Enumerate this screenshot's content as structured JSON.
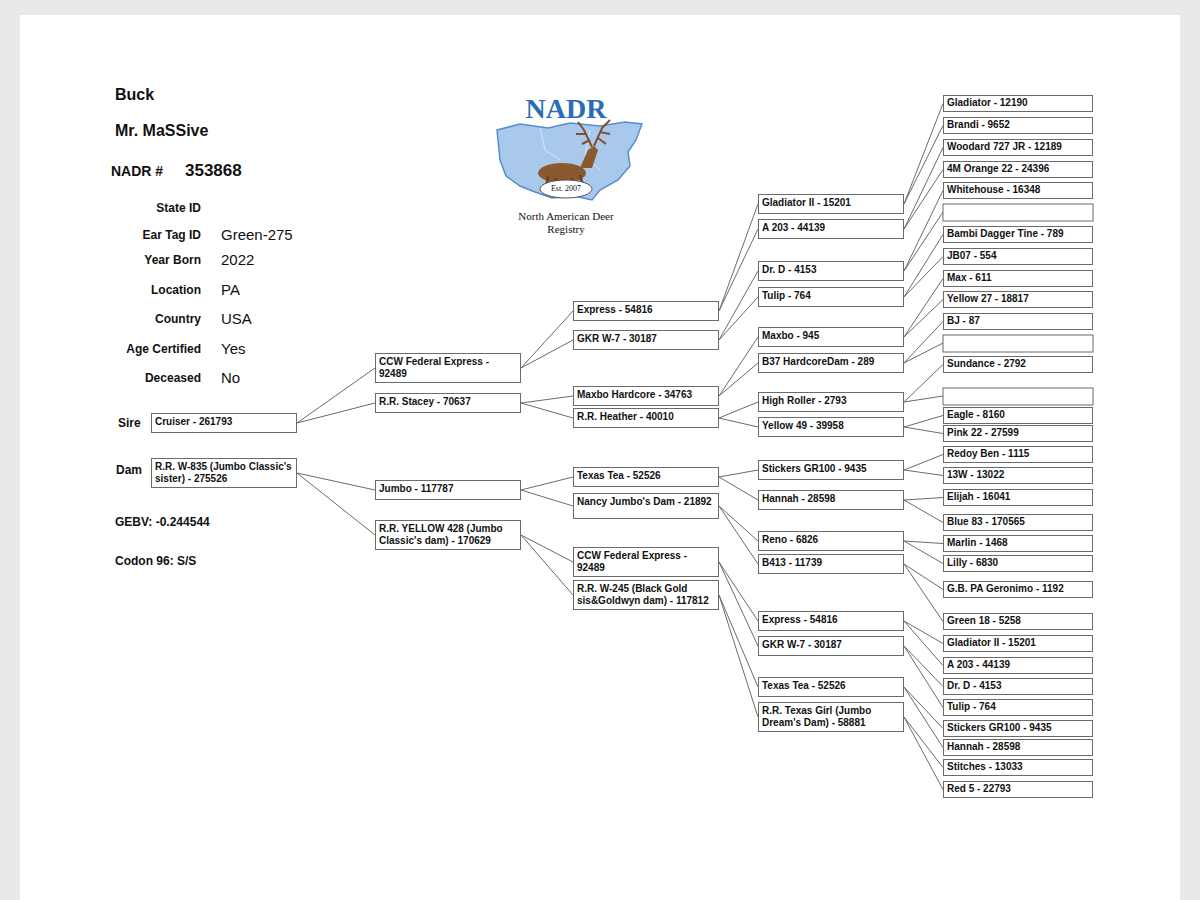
{
  "diagram": {
    "nodes": [
      {
        "text": [
          "Cruiser - 261793"
        ]
      },
      {
        "text": [
          "R.R. W-835 (Jumbo Classic's sister) - 275526"
        ]
      },
      {
        "text": [
          "CCW Federal Express - 92489"
        ]
      },
      {
        "text": [
          "R.R. Stacey - 70637"
        ]
      },
      {
        "text": [
          "Jumbo - 117787"
        ]
      },
      {
        "text": [
          "R.R. YELLOW 428 (Jumbo Classic's dam) - 170629"
        ]
      },
      {
        "text": [
          "Express - 54816"
        ]
      },
      {
        "text": [
          "GKR W-7 - 30187"
        ]
      },
      {
        "text": [
          "Maxbo Hardcore - 34763"
        ]
      },
      {
        "text": [
          "R.R. Heather - 40010"
        ]
      },
      {
        "text": [
          "Texas Tea - 52526"
        ]
      },
      {
        "text": [
          "Nancy Jumbo's Dam - 21892"
        ]
      },
      {
        "text": [
          "CCW Federal Express - 92489"
        ]
      },
      {
        "text": [
          "R.R. W-245 (Black Gold sis&Goldwyn dam) - 117812"
        ]
      },
      {
        "text": [
          "Gladiator II - 15201"
        ]
      },
      {
        "text": [
          "A 203 - 44139"
        ]
      },
      {
        "text": [
          "Dr. D - 4153"
        ]
      },
      {
        "text": [
          "Tulip - 764"
        ]
      },
      {
        "text": [
          "Maxbo - 945"
        ]
      },
      {
        "text": [
          "B37 HardcoreDam - 289"
        ]
      },
      {
        "text": [
          "High Roller - 2793"
        ]
      },
      {
        "text": [
          "Yellow 49 - 39958"
        ]
      },
      {
        "text": [
          "Stickers GR100 - 9435"
        ]
      },
      {
        "text": [
          "Hannah - 28598"
        ]
      },
      {
        "text": [
          "Reno - 6826"
        ]
      },
      {
        "text": [
          "B413 - 11739"
        ]
      },
      {
        "text": [
          "Express - 54816"
        ]
      },
      {
        "text": [
          "GKR W-7 - 30187"
        ]
      },
      {
        "text": [
          "Texas Tea - 52526"
        ]
      },
      {
        "text": [
          "R.R. Texas Girl (Jumbo Dream's Dam) - 58881"
        ]
      },
      {
        "text": [
          "Gladiator - 12190"
        ]
      },
      {
        "text": [
          "Brandi - 9652"
        ]
      },
      {
        "text": [
          "Woodard 727 JR - 12189"
        ]
      },
      {
        "text": [
          "4M Orange 22 - 24396"
        ]
      },
      {
        "text": [
          "Whitehouse - 16348"
        ]
      },
      {
        "text": [
          "Bambi Dagger Tine - 789"
        ]
      },
      {
        "text": [
          "JB07 - 554"
        ]
      },
      {
        "text": [
          "Max - 611"
        ]
      },
      {
        "text": [
          "Yellow 27 - 18817"
        ]
      },
      {
        "text": [
          "BJ - 87"
        ]
      },
      {
        "text": [
          "Sundance - 2792"
        ]
      },
      {
        "text": [
          "Eagle - 8160"
        ]
      },
      {
        "text": [
          "Pink 22 - 27599"
        ]
      },
      {
        "text": [
          "Redoy Ben - 1115"
        ]
      },
      {
        "text": [
          "13W - 13022"
        ]
      },
      {
        "text": [
          "Elijah - 16041"
        ]
      },
      {
        "text": [
          "Blue 83 - 170565"
        ]
      },
      {
        "text": [
          "Marlin - 1468"
        ]
      },
      {
        "text": [
          "Lilly - 6830"
        ]
      },
      {
        "text": [
          "G.B. PA Geronimo - 1192"
        ]
      },
      {
        "text": [
          "Green 18 - 5258"
        ]
      },
      {
        "text": [
          "Gladiator II - 15201"
        ]
      },
      {
        "text": [
          "A 203 - 44139"
        ]
      },
      {
        "text": [
          "Dr. D - 4153"
        ]
      },
      {
        "text": [
          "Tulip - 764"
        ]
      },
      {
        "text": [
          "Stickers GR100 - 9435"
        ]
      },
      {
        "text": [
          "Hannah - 28598"
        ]
      },
      {
        "text": [
          "Stitches - 13033"
        ]
      },
      {
        "text": [
          "Red 5 - 22793"
        ]
      }
    ],
    "edges": [
      {
        "from": 0,
        "to": 2,
        "arrow": "none"
      },
      {
        "from": 0,
        "to": 3,
        "arrow": "none"
      },
      {
        "from": 1,
        "to": 4,
        "arrow": "none"
      },
      {
        "from": 1,
        "to": 5,
        "arrow": "none"
      },
      {
        "from": 2,
        "to": 6,
        "arrow": "none"
      },
      {
        "from": 2,
        "to": 7,
        "arrow": "none"
      },
      {
        "from": 3,
        "to": 8,
        "arrow": "none"
      },
      {
        "from": 3,
        "to": 9,
        "arrow": "none"
      },
      {
        "from": 4,
        "to": 10,
        "arrow": "none"
      },
      {
        "from": 4,
        "to": 11,
        "arrow": "none"
      },
      {
        "from": 5,
        "to": 12,
        "arrow": "none"
      },
      {
        "from": 5,
        "to": 13,
        "arrow": "none"
      },
      {
        "from": 6,
        "to": 14,
        "arrow": "none"
      },
      {
        "from": 6,
        "to": 15,
        "arrow": "none"
      },
      {
        "from": 7,
        "to": 16,
        "arrow": "none"
      },
      {
        "from": 7,
        "to": 17,
        "arrow": "none"
      },
      {
        "from": 8,
        "to": 18,
        "arrow": "none"
      },
      {
        "from": 8,
        "to": 19,
        "arrow": "none"
      },
      {
        "from": 9,
        "to": 20,
        "arrow": "none"
      },
      {
        "from": 9,
        "to": 21,
        "arrow": "none"
      },
      {
        "from": 10,
        "to": 22,
        "arrow": "none"
      },
      {
        "from": 10,
        "to": 23,
        "arrow": "none"
      },
      {
        "from": 11,
        "to": 24,
        "arrow": "none"
      },
      {
        "from": 11,
        "to": 25,
        "arrow": "none"
      },
      {
        "from": 12,
        "to": 26,
        "arrow": "none"
      },
      {
        "from": 12,
        "to": 27,
        "arrow": "none"
      },
      {
        "from": 13,
        "to": 28,
        "arrow": "none"
      },
      {
        "from": 13,
        "to": 29,
        "arrow": "none"
      },
      {
        "from": 14,
        "to": 30,
        "arrow": "none"
      },
      {
        "from": 14,
        "to": 31,
        "arrow": "none"
      },
      {
        "from": 15,
        "to": 32,
        "arrow": "none"
      },
      {
        "from": 15,
        "to": 33,
        "arrow": "none"
      },
      {
        "from": 16,
        "to": 34,
        "arrow": "none"
      },
      {
        "from": 17,
        "to": 35,
        "arrow": "none"
      },
      {
        "from": 17,
        "to": 36,
        "arrow": "none"
      },
      {
        "from": 18,
        "to": 37,
        "arrow": "none"
      },
      {
        "from": 18,
        "to": 38,
        "arrow": "none"
      },
      {
        "from": 19,
        "to": 39,
        "arrow": "none"
      },
      {
        "from": 20,
        "to": 40,
        "arrow": "none"
      },
      {
        "from": 21,
        "to": 41,
        "arrow": "none"
      },
      {
        "from": 21,
        "to": 42,
        "arrow": "none"
      },
      {
        "from": 22,
        "to": 43,
        "arrow": "none"
      },
      {
        "from": 22,
        "to": 44,
        "arrow": "none"
      },
      {
        "from": 23,
        "to": 45,
        "arrow": "none"
      },
      {
        "from": 23,
        "to": 46,
        "arrow": "none"
      },
      {
        "from": 24,
        "to": 47,
        "arrow": "none"
      },
      {
        "from": 24,
        "to": 48,
        "arrow": "none"
      },
      {
        "from": 25,
        "to": 49,
        "arrow": "none"
      },
      {
        "from": 25,
        "to": 50,
        "arrow": "none"
      },
      {
        "from": 26,
        "to": 51,
        "arrow": "none"
      },
      {
        "from": 26,
        "to": 52,
        "arrow": "none"
      },
      {
        "from": 27,
        "to": 53,
        "arrow": "none"
      },
      {
        "from": 27,
        "to": 54,
        "arrow": "none"
      },
      {
        "from": 28,
        "to": 55,
        "arrow": "none"
      },
      {
        "from": 28,
        "to": 56,
        "arrow": "none"
      },
      {
        "from": 29,
        "to": 57,
        "arrow": "none"
      },
      {
        "from": 29,
        "to": 58,
        "arrow": "none"
      }
    ],
    "labels": [
      "Buck",
      "Mr. MaSSive",
      "NADR #",
      "353868",
      "State ID",
      "Ear Tag ID",
      "Green-275",
      "Year Born",
      "2022",
      "Location",
      "PA",
      "Country",
      "USA",
      "Age Certified",
      "Yes",
      "Deceased",
      "No",
      "Sire",
      "Dam",
      "GEBV: -0.244544",
      "Codon 96: S/S",
      "NADR",
      "Est. 2007",
      "North American Deer Registry"
    ]
  }
}
